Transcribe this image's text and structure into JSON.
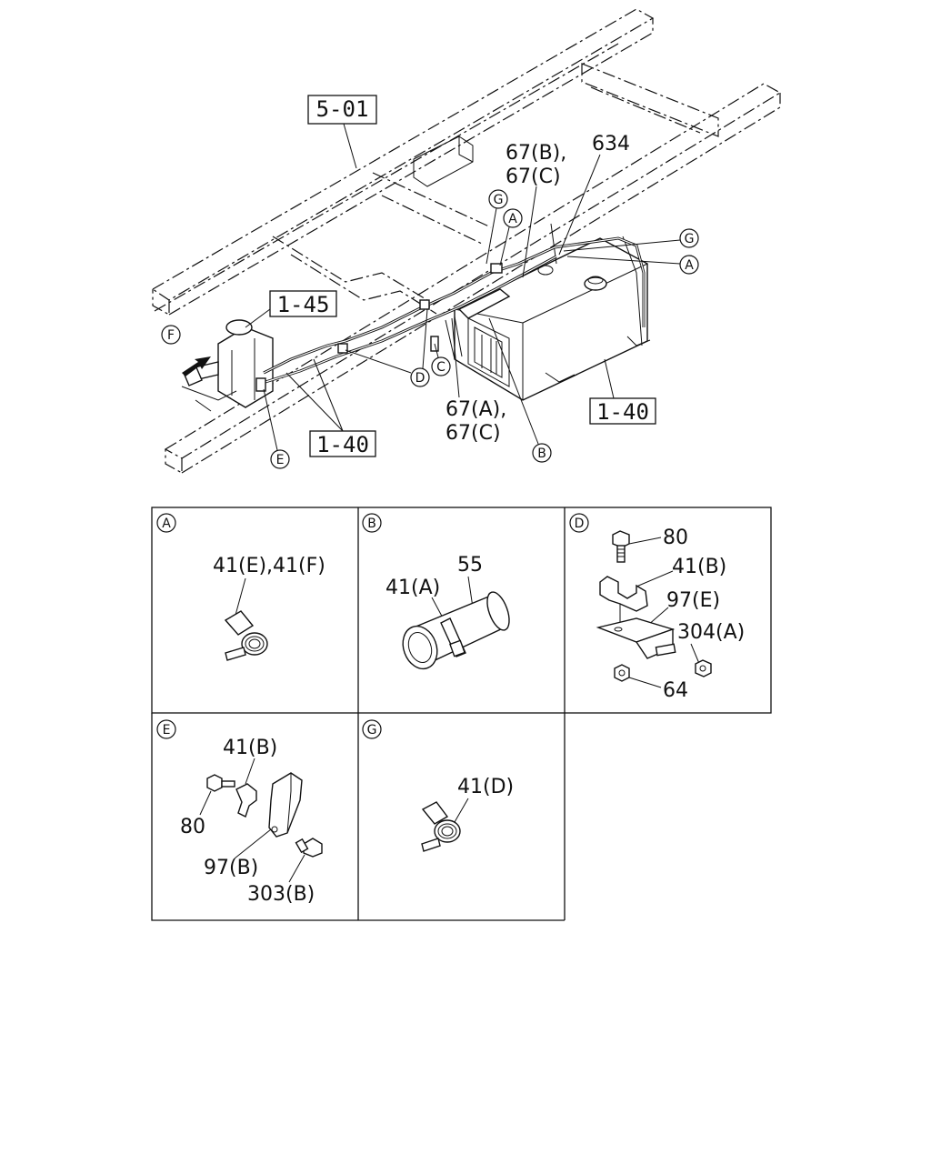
{
  "main_diagram": {
    "ref_boxes": {
      "frame": "5-01",
      "filter": "1-45",
      "tank": "1-40",
      "lines": "1-40"
    },
    "callouts": {
      "top_pair_line1": "67(B),",
      "top_pair_line2": "67(C)",
      "part_634": "634",
      "bottom_pair_line1": "67(A),",
      "bottom_pair_line2": "67(C)"
    },
    "markers": {
      "g1": "G",
      "a1": "A",
      "g2": "G",
      "a2": "A",
      "f": "F",
      "d": "D",
      "c": "C",
      "b": "B",
      "e": "E"
    }
  },
  "details": {
    "A": {
      "letter": "A",
      "labels": [
        "41(E),41(F)"
      ]
    },
    "B": {
      "letter": "B",
      "labels": [
        "41(A)",
        "55"
      ]
    },
    "D": {
      "letter": "D",
      "labels": [
        "80",
        "41(B)",
        "97(E)",
        "304(A)",
        "64"
      ]
    },
    "E": {
      "letter": "E",
      "labels": [
        "41(B)",
        "80",
        "97(B)",
        "303(B)"
      ]
    },
    "G": {
      "letter": "G",
      "labels": [
        "41(D)"
      ]
    }
  }
}
